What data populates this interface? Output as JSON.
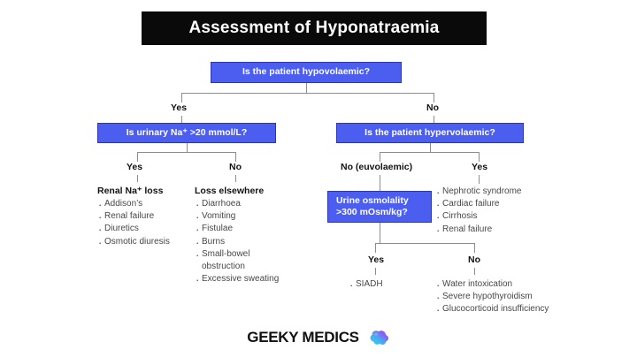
{
  "header": {
    "title": "Assessment of Hyponatraemia"
  },
  "nodes": {
    "hypovolaemic": "Is the patient hypovolaemic?",
    "urinary_na": "Is urinary Na⁺ >20 mmol/L?",
    "hypervolaemic": "Is the patient hypervolaemic?",
    "urine_osmolality_line1": "Urine osmolality",
    "urine_osmolality_line2": ">300 mOsm/kg?"
  },
  "branch_labels": {
    "root_yes": "Yes",
    "root_no": "No",
    "urna_yes": "Yes",
    "urna_no": "No",
    "hyperv_no": "No (euvolaemic)",
    "hyperv_yes": "Yes",
    "osm_yes": "Yes",
    "osm_no": "No"
  },
  "lists": {
    "renal_na_loss": {
      "heading": "Renal Na⁺ loss",
      "items": [
        "Addison’s",
        "Renal failure",
        "Diuretics",
        "Osmotic diuresis"
      ]
    },
    "loss_elsewhere": {
      "heading": "Loss elsewhere",
      "items": [
        "Diarrhoea",
        "Vomiting",
        "Fistulae",
        "Burns",
        "Small-bowel\nobstruction",
        "Excessive sweating"
      ]
    },
    "hypervolaemic_causes": {
      "heading": "",
      "items": [
        "Nephrotic syndrome",
        "Cardiac failure",
        "Cirrhosis",
        "Renal failure"
      ]
    },
    "osm_high_causes": {
      "heading": "",
      "items": [
        "SIADH"
      ]
    },
    "osm_low_causes": {
      "heading": "",
      "items": [
        "Water intoxication",
        "Severe hypothyroidism",
        "Glucocorticoid insufficiency"
      ]
    }
  },
  "footer": {
    "brand": "GEEKY MEDICS",
    "logo": "brain-icon"
  },
  "colors": {
    "box_fill": "#4b5ef0",
    "box_border": "#2a35b8",
    "title_bg": "#0a0a0a",
    "connector": "#8d8d8d",
    "body_text": "#474747",
    "heading_text": "#111111"
  }
}
